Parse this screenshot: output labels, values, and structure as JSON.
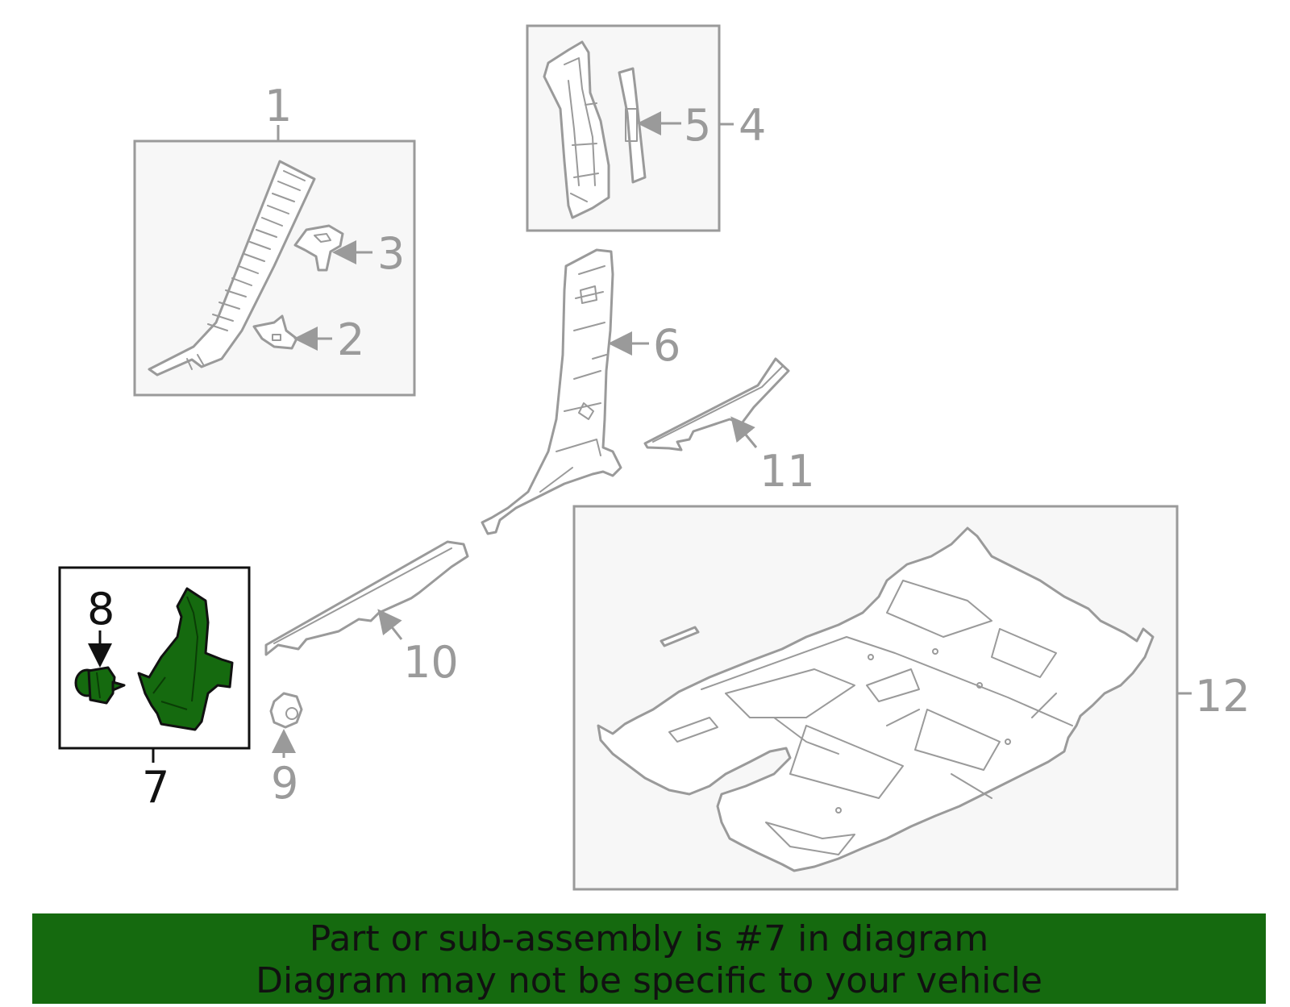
{
  "callouts": {
    "c1": "1",
    "c2": "2",
    "c3": "3",
    "c4": "4",
    "c5": "5",
    "c6": "6",
    "c7": "7",
    "c8": "8",
    "c9": "9",
    "c10": "10",
    "c11": "11",
    "c12": "12"
  },
  "banner": {
    "line1": "Part or sub-assembly is #7 in diagram",
    "line2": "Diagram may not be specific to your vehicle"
  },
  "colors": {
    "highlight": "#156a0f",
    "part_outline": "#9a9a9a",
    "box_fill": "#f7f7f7"
  }
}
